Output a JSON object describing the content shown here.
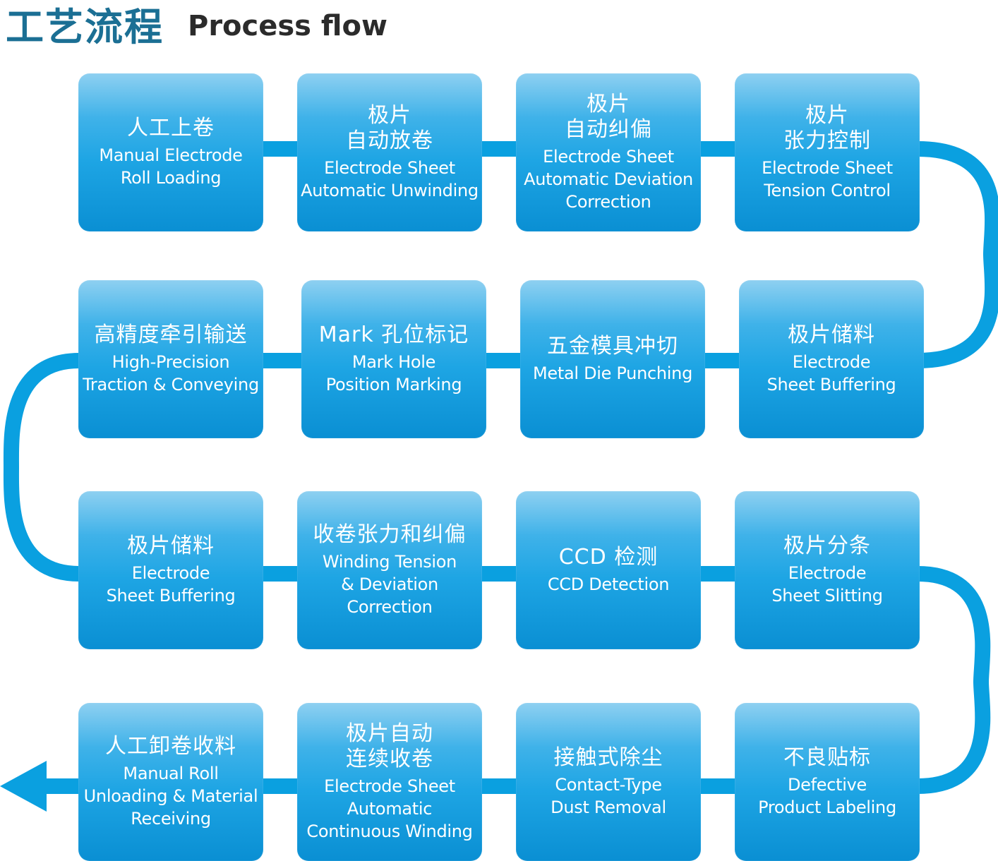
{
  "header": {
    "title_zh": "工艺流程",
    "title_en": "Process flow"
  },
  "colors": {
    "connector": "#0aa0e0",
    "title_zh": "#1b6f94",
    "title_en": "#2b2b2b",
    "box_top": "#8ed0f1",
    "box_bottom": "#0a8fd3"
  },
  "steps": [
    {
      "zh": "人工上卷",
      "en": "Manual Electrode\nRoll Loading"
    },
    {
      "zh": "极片\n自动放卷",
      "en": "Electrode Sheet\nAutomatic Unwinding"
    },
    {
      "zh": "极片\n自动纠偏",
      "en": "Electrode Sheet\nAutomatic Deviation\nCorrection"
    },
    {
      "zh": "极片\n张力控制",
      "en": "Electrode Sheet\nTension Control"
    },
    {
      "zh": "极片储料",
      "en": "Electrode\nSheet Buffering"
    },
    {
      "zh": "五金模具冲切",
      "en": "Metal Die Punching"
    },
    {
      "zh": "Mark 孔位标记",
      "en": "Mark Hole\nPosition Marking"
    },
    {
      "zh": "高精度牵引输送",
      "en": "High-Precision\nTraction & Conveying"
    },
    {
      "zh": "极片储料",
      "en": "Electrode\nSheet Buffering"
    },
    {
      "zh": "收卷张力和纠偏",
      "en": "Winding Tension\n& Deviation\nCorrection"
    },
    {
      "zh": "CCD 检测",
      "en": "CCD Detection"
    },
    {
      "zh": "极片分条",
      "en": "Electrode\nSheet Slitting"
    },
    {
      "zh": "不良贴标",
      "en": "Defective\nProduct Labeling"
    },
    {
      "zh": "接触式除尘",
      "en": "Contact-Type\nDust Removal"
    },
    {
      "zh": "极片自动\n连续收卷",
      "en": "Electrode Sheet\nAutomatic\nContinuous Winding"
    },
    {
      "zh": "人工卸卷收料",
      "en": "Manual Roll\nUnloading & Material\nReceiving"
    }
  ]
}
